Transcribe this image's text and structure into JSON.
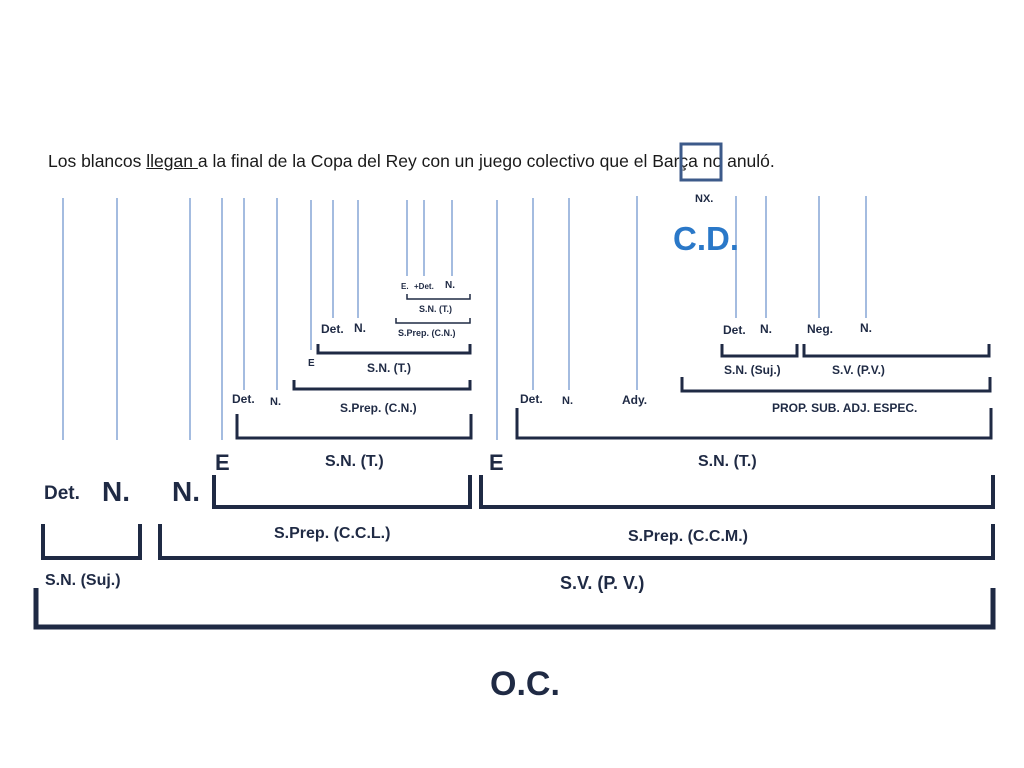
{
  "sentence": {
    "part1": "Los blancos ",
    "verb": "llegan ",
    "part2": "a la final de la Copa del Rey con un juego colectivo ",
    "nexus": "que",
    "part3": " el Barça no anuló."
  },
  "labels": {
    "nx": "NX.",
    "cd": "C.D.",
    "e_small": "E.",
    "det_plus": "+Det.",
    "n_top": "N.",
    "sn_t_top": "S.N. (T.)",
    "sprep_cn_top": "S.Prep. (C.N.)",
    "det_mid": "Det.",
    "n_mid": "N.",
    "e_mid": "E",
    "sn_t_mid": "S.N. (T.)",
    "det_l3": "Det.",
    "n_l3": "N.",
    "sprep_cn_l3": "S.Prep. (C.N.)",
    "e_left": "E",
    "sn_t_left": "S.N. (T.)",
    "det_main": "Det.",
    "n_main1": "N.",
    "n_main2": "N.",
    "sprep_ccl": "S.Prep. (C.C.L.)",
    "sn_suj_main": "S.N. (Suj.)",
    "sv_pv_main": "S.V. (P. V.)",
    "oc": "O.C.",
    "det_r3": "Det.",
    "n_r3": "N.",
    "ady": "Ady.",
    "det_rel": "Det.",
    "n_rel": "N.",
    "neg": "Neg.",
    "n_rel2": "N.",
    "sn_suj_rel": "S.N. (Suj.)",
    "sv_pv_rel": "S.V. (P.V.)",
    "prop_sub": "PROP. SUB. ADJ. ESPEC.",
    "e_right": "E",
    "sn_t_right": "S.N. (T.)",
    "sprep_ccm": "S.Prep. (C.C.M.)"
  },
  "colors": {
    "text": "#1f2a44",
    "accent_blue": "#2a78c8",
    "line_blue": "#4a78c2",
    "bracket_dark": "#1f2a44",
    "bracket_navy": "#2b4a7e",
    "bracket_red": "#e01b1b",
    "box": "#3c5a8a"
  }
}
